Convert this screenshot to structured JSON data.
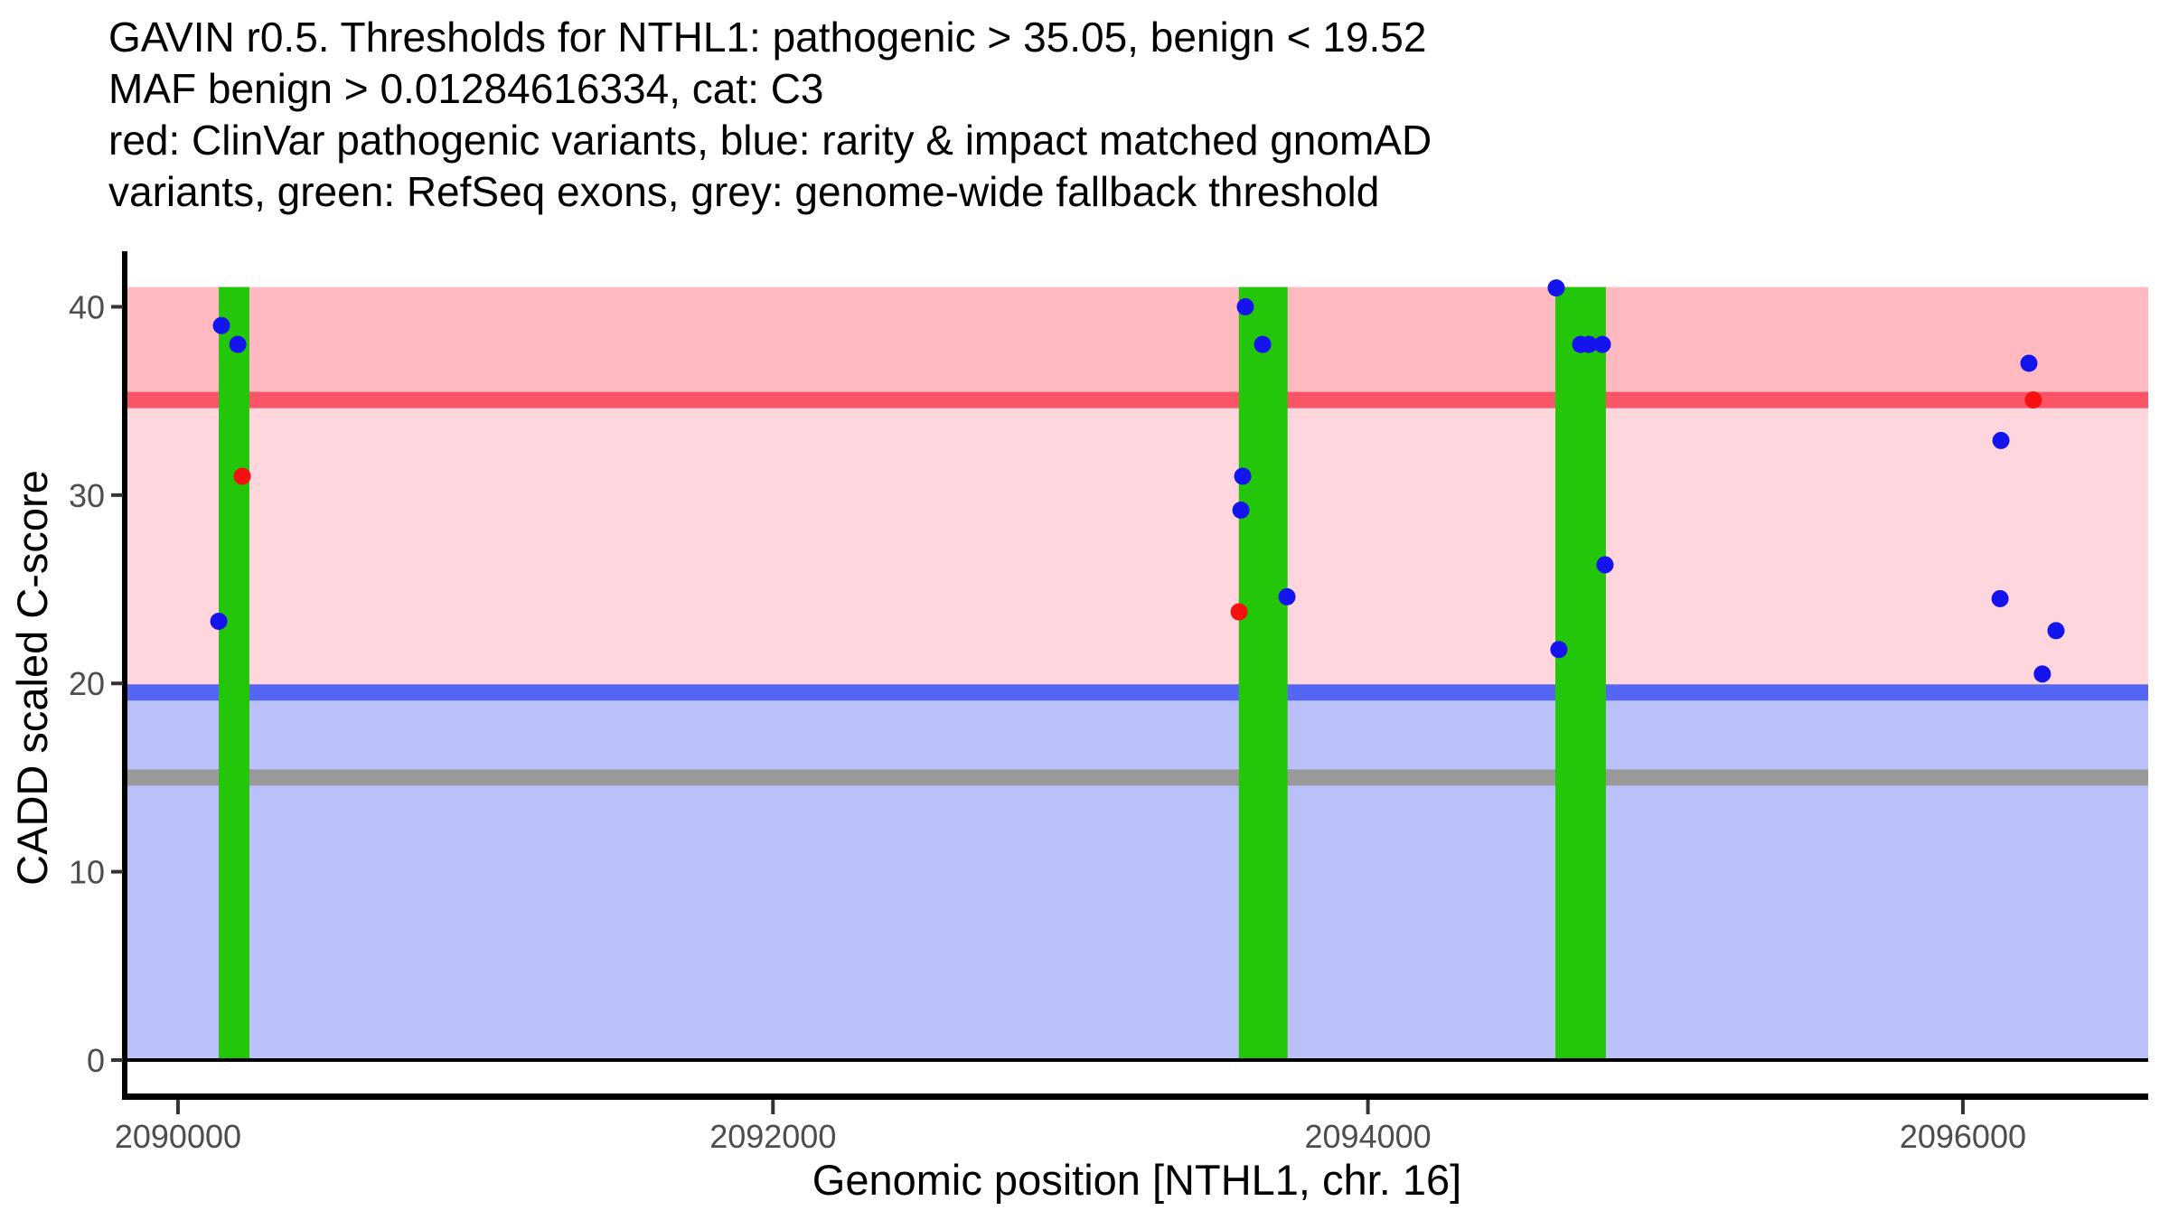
{
  "chart_data": {
    "type": "scatter",
    "title_lines": [
      "GAVIN r0.5. Thresholds for NTHL1: pathogenic > 35.05, benign < 19.52",
      "MAF benign > 0.01284616334, cat: C3",
      "red: ClinVar pathogenic variants, blue: rarity & impact matched gnomAD",
      "variants, green: RefSeq exons, grey: genome-wide fallback threshold"
    ],
    "x_axis": {
      "label": "Genomic position [NTHL1, chr. 16]",
      "range": [
        2089827,
        2096623
      ],
      "ticks": [
        {
          "pos": 2090000,
          "label": "2090000"
        },
        {
          "pos": 2092000,
          "label": "2092000"
        },
        {
          "pos": 2094000,
          "label": "2094000"
        },
        {
          "pos": 2096000,
          "label": "2096000"
        }
      ]
    },
    "y_axis": {
      "label": "CADD scaled C-score",
      "range": [
        -1.92,
        42.95
      ],
      "ticks": [
        {
          "pos": 0,
          "label": "0"
        },
        {
          "pos": 10,
          "label": "10"
        },
        {
          "pos": 20,
          "label": "20"
        },
        {
          "pos": 30,
          "label": "30"
        },
        {
          "pos": 40,
          "label": "40"
        }
      ]
    },
    "thresholds": {
      "pathogenic_gt": 35.05,
      "benign_lt": 19.52,
      "maf_benign_gt": 0.01284616334,
      "category": "C3",
      "genome_wide_fallback": 15
    },
    "band_top": 41.05,
    "band_bottom": 0,
    "regions": [
      {
        "name": "pathogenic-zone",
        "from": 35.05,
        "to": 41.05,
        "color": "#FFB9C0"
      },
      {
        "name": "intermediate-zone",
        "from": 19.52,
        "to": 35.05,
        "color": "#FFD6DD"
      },
      {
        "name": "benign-zone",
        "from": 0,
        "to": 19.52,
        "color": "#BAC1FA"
      }
    ],
    "threshold_lines": [
      {
        "name": "pathogenic-threshold-line",
        "y": 35.05,
        "color": "#FA5566"
      },
      {
        "name": "benign-threshold-line",
        "y": 19.52,
        "color": "#5566F5"
      },
      {
        "name": "fallback-threshold-line",
        "y": 15,
        "color": "#999999"
      }
    ],
    "exons": [
      {
        "start": 2090137,
        "end": 2090240
      },
      {
        "start": 2093566,
        "end": 2093730
      },
      {
        "start": 2094630,
        "end": 2094800
      }
    ],
    "series": [
      {
        "name": "rarity & impact matched gnomAD variants",
        "point_name": "gnomad-variant-point",
        "color": "#1414EE",
        "points": [
          [
            2090146,
            39.0
          ],
          [
            2090201,
            38.0
          ],
          [
            2090137,
            23.3
          ],
          [
            2093588,
            40.0
          ],
          [
            2093646,
            38.0
          ],
          [
            2093579,
            31.0
          ],
          [
            2093573,
            29.2
          ],
          [
            2093728,
            24.6
          ],
          [
            2094633,
            41.0
          ],
          [
            2094715,
            38.0
          ],
          [
            2094743,
            38.0
          ],
          [
            2094788,
            38.0
          ],
          [
            2094797,
            26.3
          ],
          [
            2094642,
            21.8
          ],
          [
            2096222,
            37.0
          ],
          [
            2096128,
            32.9
          ],
          [
            2096125,
            24.5
          ],
          [
            2096313,
            22.8
          ],
          [
            2096267,
            20.5
          ]
        ]
      },
      {
        "name": "ClinVar pathogenic variants",
        "point_name": "clinvar-pathogenic-point",
        "color": "#F51111",
        "points": [
          [
            2090216,
            31.0
          ],
          [
            2093567,
            23.8
          ],
          [
            2096237,
            35.05
          ]
        ]
      }
    ],
    "zero_line": 0,
    "colors": {
      "background": "#FFFFFF",
      "exon": "#23C609",
      "axis_line": "#000000",
      "tick_mark": "#333333",
      "tick_label": "#4D4D4D",
      "zero_line": "#000000"
    }
  }
}
